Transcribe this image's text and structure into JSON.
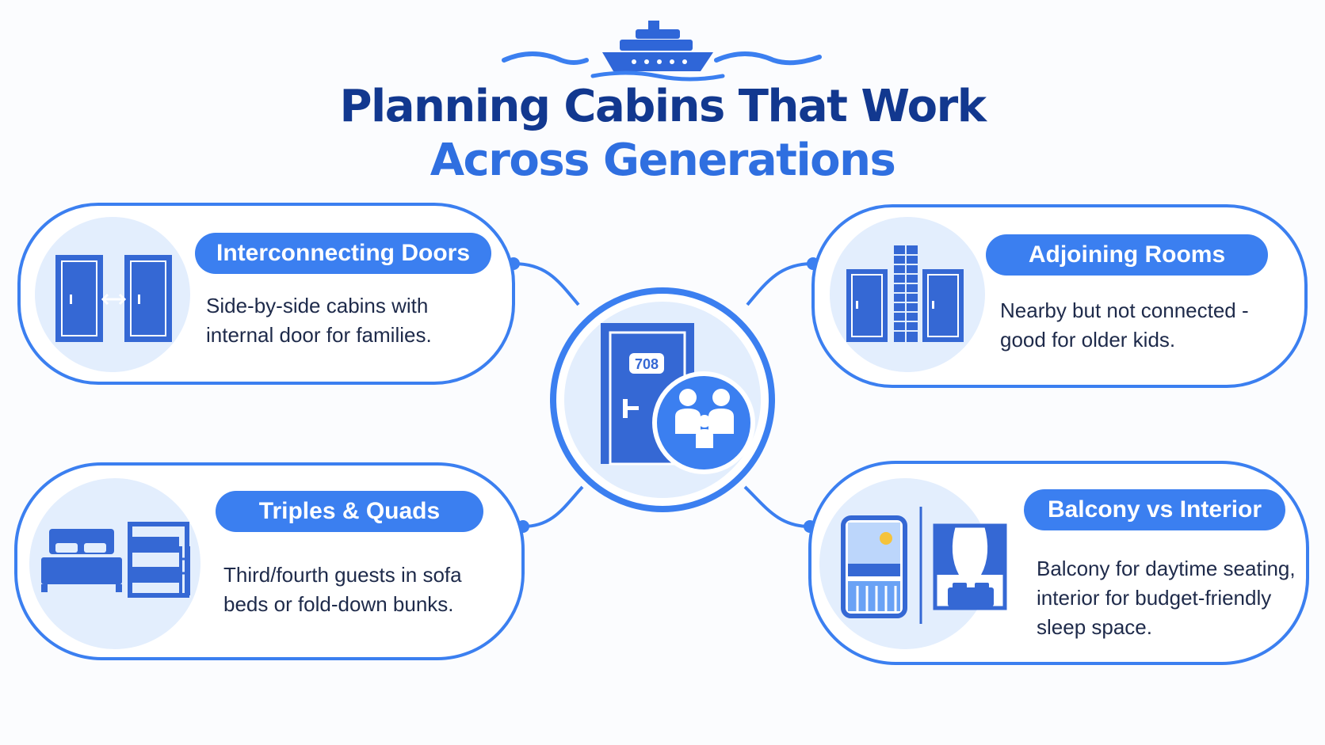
{
  "title": {
    "line1": "Planning Cabins That Work",
    "line2": "Across Generations"
  },
  "center": {
    "door_number": "708",
    "icons": [
      "door-icon",
      "family-icon"
    ]
  },
  "cards": [
    {
      "id": "interconnecting",
      "label": "Interconnecting Doors",
      "desc_lines": [
        "Side-by-side cabins with",
        "internal door for families."
      ],
      "icon": "interconnecting-doors-icon"
    },
    {
      "id": "adjoining",
      "label": "Adjoining Rooms",
      "desc_lines": [
        "Nearby but not connected -",
        "good for older kids."
      ],
      "icon": "adjoining-rooms-icon"
    },
    {
      "id": "triples",
      "label": "Triples & Quads",
      "desc_lines": [
        "Third/fourth guests in sofa",
        "beds or fold-down bunks."
      ],
      "icon": "beds-bunks-icon"
    },
    {
      "id": "balcony",
      "label": "Balcony vs Interior",
      "desc_lines": [
        "Balcony for daytime seating,",
        "interior for budget-friendly",
        "sleep space."
      ],
      "icon": "balcony-interior-icon"
    }
  ],
  "colors": {
    "primary": "#3b7ff0",
    "dark_blue": "#12388f",
    "title_blue": "#2f6fe0",
    "icon_fill": "#3568d4",
    "circle_fill": "#e3eefd",
    "text": "#1e2a4a"
  }
}
